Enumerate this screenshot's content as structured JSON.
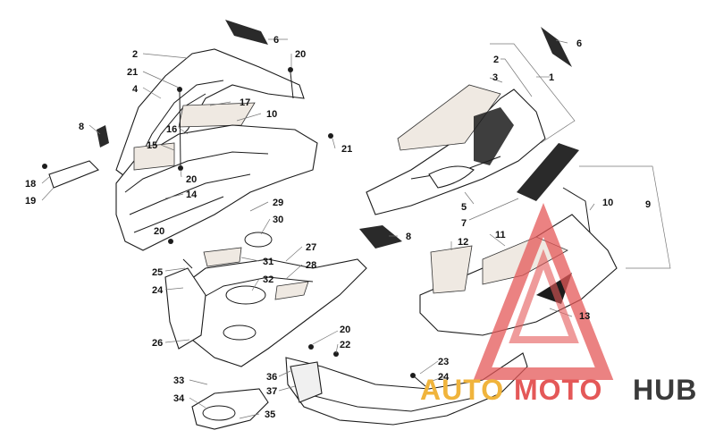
{
  "callouts": [
    {
      "id": "c6a",
      "label": "6"
    },
    {
      "id": "c20a",
      "label": "20"
    },
    {
      "id": "c2a",
      "label": "2"
    },
    {
      "id": "c21a",
      "label": "21"
    },
    {
      "id": "c4",
      "label": "4"
    },
    {
      "id": "c17",
      "label": "17"
    },
    {
      "id": "c10a",
      "label": "10"
    },
    {
      "id": "c8a",
      "label": "8"
    },
    {
      "id": "c16",
      "label": "16"
    },
    {
      "id": "c15",
      "label": "15"
    },
    {
      "id": "c21b",
      "label": "21"
    },
    {
      "id": "c18",
      "label": "18"
    },
    {
      "id": "c20b",
      "label": "20"
    },
    {
      "id": "c19",
      "label": "19"
    },
    {
      "id": "c14",
      "label": "14"
    },
    {
      "id": "c29",
      "label": "29"
    },
    {
      "id": "c30",
      "label": "30"
    },
    {
      "id": "c20c",
      "label": "20"
    },
    {
      "id": "c27",
      "label": "27"
    },
    {
      "id": "c25",
      "label": "25"
    },
    {
      "id": "c31",
      "label": "31"
    },
    {
      "id": "c28",
      "label": "28"
    },
    {
      "id": "c32",
      "label": "32"
    },
    {
      "id": "c24a",
      "label": "24"
    },
    {
      "id": "c26",
      "label": "26"
    },
    {
      "id": "c20d",
      "label": "20"
    },
    {
      "id": "c22",
      "label": "22"
    },
    {
      "id": "c33",
      "label": "33"
    },
    {
      "id": "c36",
      "label": "36"
    },
    {
      "id": "c37",
      "label": "37"
    },
    {
      "id": "c34",
      "label": "34"
    },
    {
      "id": "c35",
      "label": "35"
    },
    {
      "id": "c6b",
      "label": "6"
    },
    {
      "id": "c2b",
      "label": "2"
    },
    {
      "id": "c1",
      "label": "1"
    },
    {
      "id": "c3",
      "label": "3"
    },
    {
      "id": "c5",
      "label": "5"
    },
    {
      "id": "c7",
      "label": "7"
    },
    {
      "id": "c10b",
      "label": "10"
    },
    {
      "id": "c9",
      "label": "9"
    },
    {
      "id": "c8b",
      "label": "8"
    },
    {
      "id": "c12",
      "label": "12"
    },
    {
      "id": "c11",
      "label": "11"
    },
    {
      "id": "c13",
      "label": "13"
    },
    {
      "id": "c23",
      "label": "23"
    },
    {
      "id": "c24b",
      "label": "24"
    }
  ],
  "watermark": {
    "part1": "AUTO",
    "part2": "MOTO",
    "part3": "HUB",
    "color_auto": "#f0b43c",
    "color_moto": "#e45858",
    "color_hub": "#3a3a3a"
  }
}
